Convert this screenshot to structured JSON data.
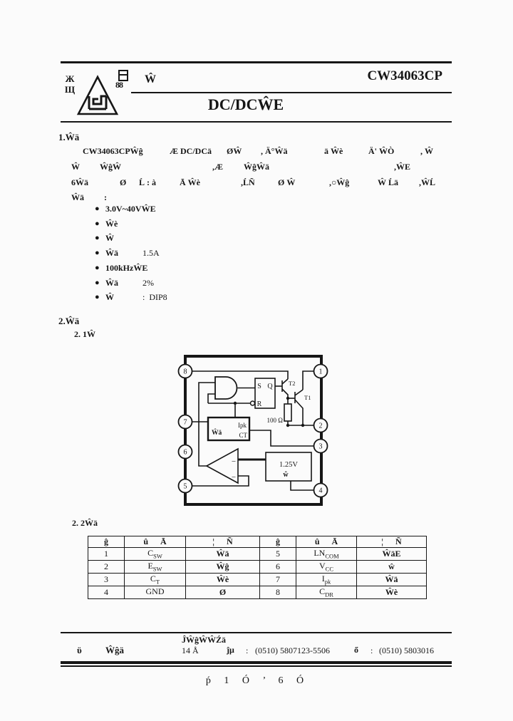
{
  "header": {
    "doc_mark": "Ŵ",
    "part_number": "CW34063CP",
    "title": "DC/DCŴE",
    "logo": {
      "left_top": "Ж",
      "left_bottom": "Щ",
      "right_text": "88"
    }
  },
  "section1": {
    "heading": "1.Ŵä",
    "para": {
      "l1": [
        "CW34063CPŴĝ",
        "Æ DC/DCä",
        "ØŴ",
        ", Ä°Ŵä",
        "ä Ŵè",
        "Ä' ŴÒ",
        ", Ŵ"
      ],
      "l2": [
        "Ŵ",
        "ŴĝŴ",
        ",Æ",
        "ŴĝŴä",
        ",ŴE"
      ],
      "l3": [
        "6Ŵä",
        "Ø",
        "Ĺ : à",
        "Ā Ŵè",
        ",ĹÑ",
        "Ø Ŵ",
        ",○Ŵĝ",
        "Ŵ Ĺä",
        ",ŴĹ"
      ],
      "l4": [
        "Ŵä",
        ":"
      ]
    },
    "bullets": [
      {
        "label": "3.0V~40VŴE",
        "value": ""
      },
      {
        "label": "Ŵè",
        "value": ""
      },
      {
        "label": "Ŵ",
        "value": ""
      },
      {
        "label": "Ŵä",
        "value": "1.5A"
      },
      {
        "label": "100kHzŴE",
        "value": ""
      },
      {
        "label": "Ŵä",
        "value": "2%"
      },
      {
        "label": "Ŵ",
        "value": ":  DIP8"
      }
    ]
  },
  "section2": {
    "heading": "2.Ŵä",
    "sub_block_diagram": "2. 1Ŵ",
    "sub_pin_table": "2. 2Ŵä"
  },
  "diagram": {
    "pins": {
      "p1": "1",
      "p2": "2",
      "p3": "3",
      "p4": "4",
      "p5": "5",
      "p6": "6",
      "p7": "7",
      "p8": "8"
    },
    "flipflop": {
      "s": "S",
      "q": "Q",
      "r": "R"
    },
    "t2": "T2",
    "t1": "T1",
    "resistor": "100 Ω",
    "osc": {
      "label": "Ŵä",
      "ipk": "Ipk",
      "ct": "CT"
    },
    "ref": {
      "value": "1.25V",
      "label": "ŵ"
    },
    "comp": {
      "in_top": "−",
      "in_bottom": "−"
    }
  },
  "pin_table": {
    "headers": [
      "ĝ",
      "û Ā",
      "¦ Ñ",
      "ĝ",
      "û Ā",
      "¦ Ñ"
    ],
    "rows": [
      {
        "n1": "1",
        "s1": "C",
        "s1sub": "SW",
        "f1": "Ŵä",
        "n2": "5",
        "s2": "LN",
        "s2sub": "COM",
        "f2": "ŴäE"
      },
      {
        "n1": "2",
        "s1": "E",
        "s1sub": "SW",
        "f1": "Ŵĝ",
        "n2": "6",
        "s2": "V",
        "s2sub": "CC",
        "f2": "ŵ"
      },
      {
        "n1": "3",
        "s1": "C",
        "s1sub": "T",
        "f1": "Ŵè",
        "n2": "7",
        "s2": "I",
        "s2sub": "pk",
        "f2": "Ŵä"
      },
      {
        "n1": "4",
        "s1": "GND",
        "s1sub": "",
        "f1": "Ø",
        "n2": "8",
        "s2": "C",
        "s2sub": "DR",
        "f2": "Ŵè"
      }
    ]
  },
  "footer": {
    "company": "ĴŴĝŴŴŹä",
    "mark_left": "ϋ",
    "mark_left2": "Ŵĝä",
    "dept": "14 Å",
    "tel_label": "ĵμ",
    "tel_colon": ":",
    "tel": "(0510) 5807123-5506",
    "fax_label": "ő",
    "fax_colon": ":",
    "fax": "(0510) 5803016",
    "page_number": "ṕ 1 Ó ’ 6 Ó"
  }
}
